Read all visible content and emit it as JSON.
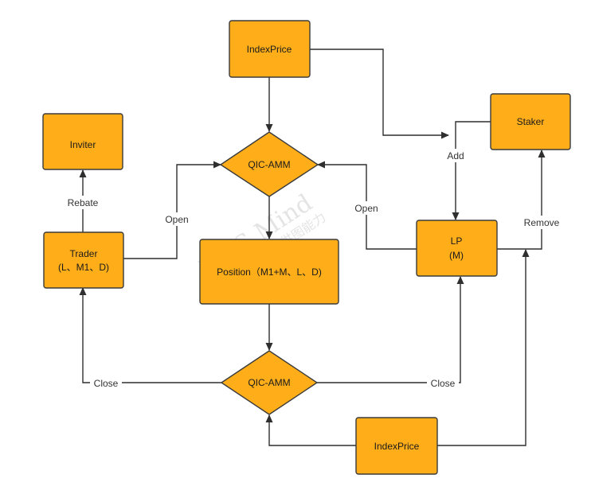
{
  "diagram": {
    "colors": {
      "node_fill": "#FFAE1A",
      "node_stroke": "#3a3a3a",
      "edge": "#2f2f2f"
    },
    "nodes": {
      "indexprice_top": {
        "label": "IndexPrice"
      },
      "staker": {
        "label": "Staker"
      },
      "inviter": {
        "label": "Inviter"
      },
      "qic_amm_top": {
        "label": "QIC-AMM"
      },
      "trader": {
        "line1": "Trader",
        "line2": "(L、M1、D)"
      },
      "position": {
        "label": "Position（M1+M、L、D)"
      },
      "lp": {
        "line1": "LP",
        "line2": "(M)"
      },
      "qic_amm_bottom": {
        "label": "QIC-AMM"
      },
      "indexprice_bottom": {
        "label": "IndexPrice"
      }
    },
    "edge_labels": {
      "add": "Add",
      "rebate": "Rebate",
      "open_trader": "Open",
      "open_lp": "Open",
      "remove": "Remove",
      "close_trader": "Close",
      "close_lp": "Close"
    },
    "watermark": {
      "line1": "WPS Mind",
      "line2": "WPS知识提供图能力"
    }
  }
}
